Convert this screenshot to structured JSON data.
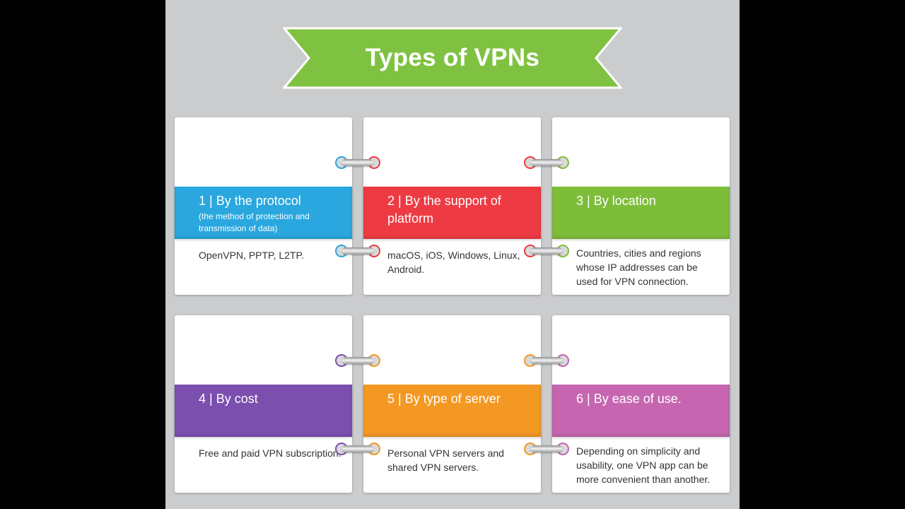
{
  "title": "Types of VPNs",
  "colors": {
    "banner": "#7fc241",
    "blue": "#2aa7de",
    "red": "#ee3b43",
    "green": "#7ebd3a",
    "purple": "#7b4fae",
    "orange": "#f49824",
    "pink": "#c666b0",
    "panel_bg": "#cbcccd"
  },
  "cards": [
    {
      "title": "1 | By the protocol",
      "subtitle": "(the method of protection and transmission of data)",
      "text": "OpenVPN, PPTP, L2TP.",
      "color": "#2aa7de"
    },
    {
      "title": "2 | By the support of platform",
      "subtitle": "",
      "text": "macOS, iOS, Windows, Linux, Android.",
      "color": "#ee3b43"
    },
    {
      "title": "3 | By location",
      "subtitle": "",
      "text": "Countries, cities and regions whose IP addresses can be used for VPN connection.",
      "color": "#7ebd3a"
    },
    {
      "title": "4 | By cost",
      "subtitle": "",
      "text": "Free and paid  VPN subscription.",
      "color": "#7b4fae"
    },
    {
      "title": "5 | By type of server",
      "subtitle": "",
      "text": "Personal VPN servers and shared VPN servers.",
      "color": "#f49824"
    },
    {
      "title": "6 | By ease of use.",
      "subtitle": "",
      "text": "Depending on simplicity and usability, one VPN app can be more convenient than another.",
      "color": "#c666b0"
    }
  ]
}
